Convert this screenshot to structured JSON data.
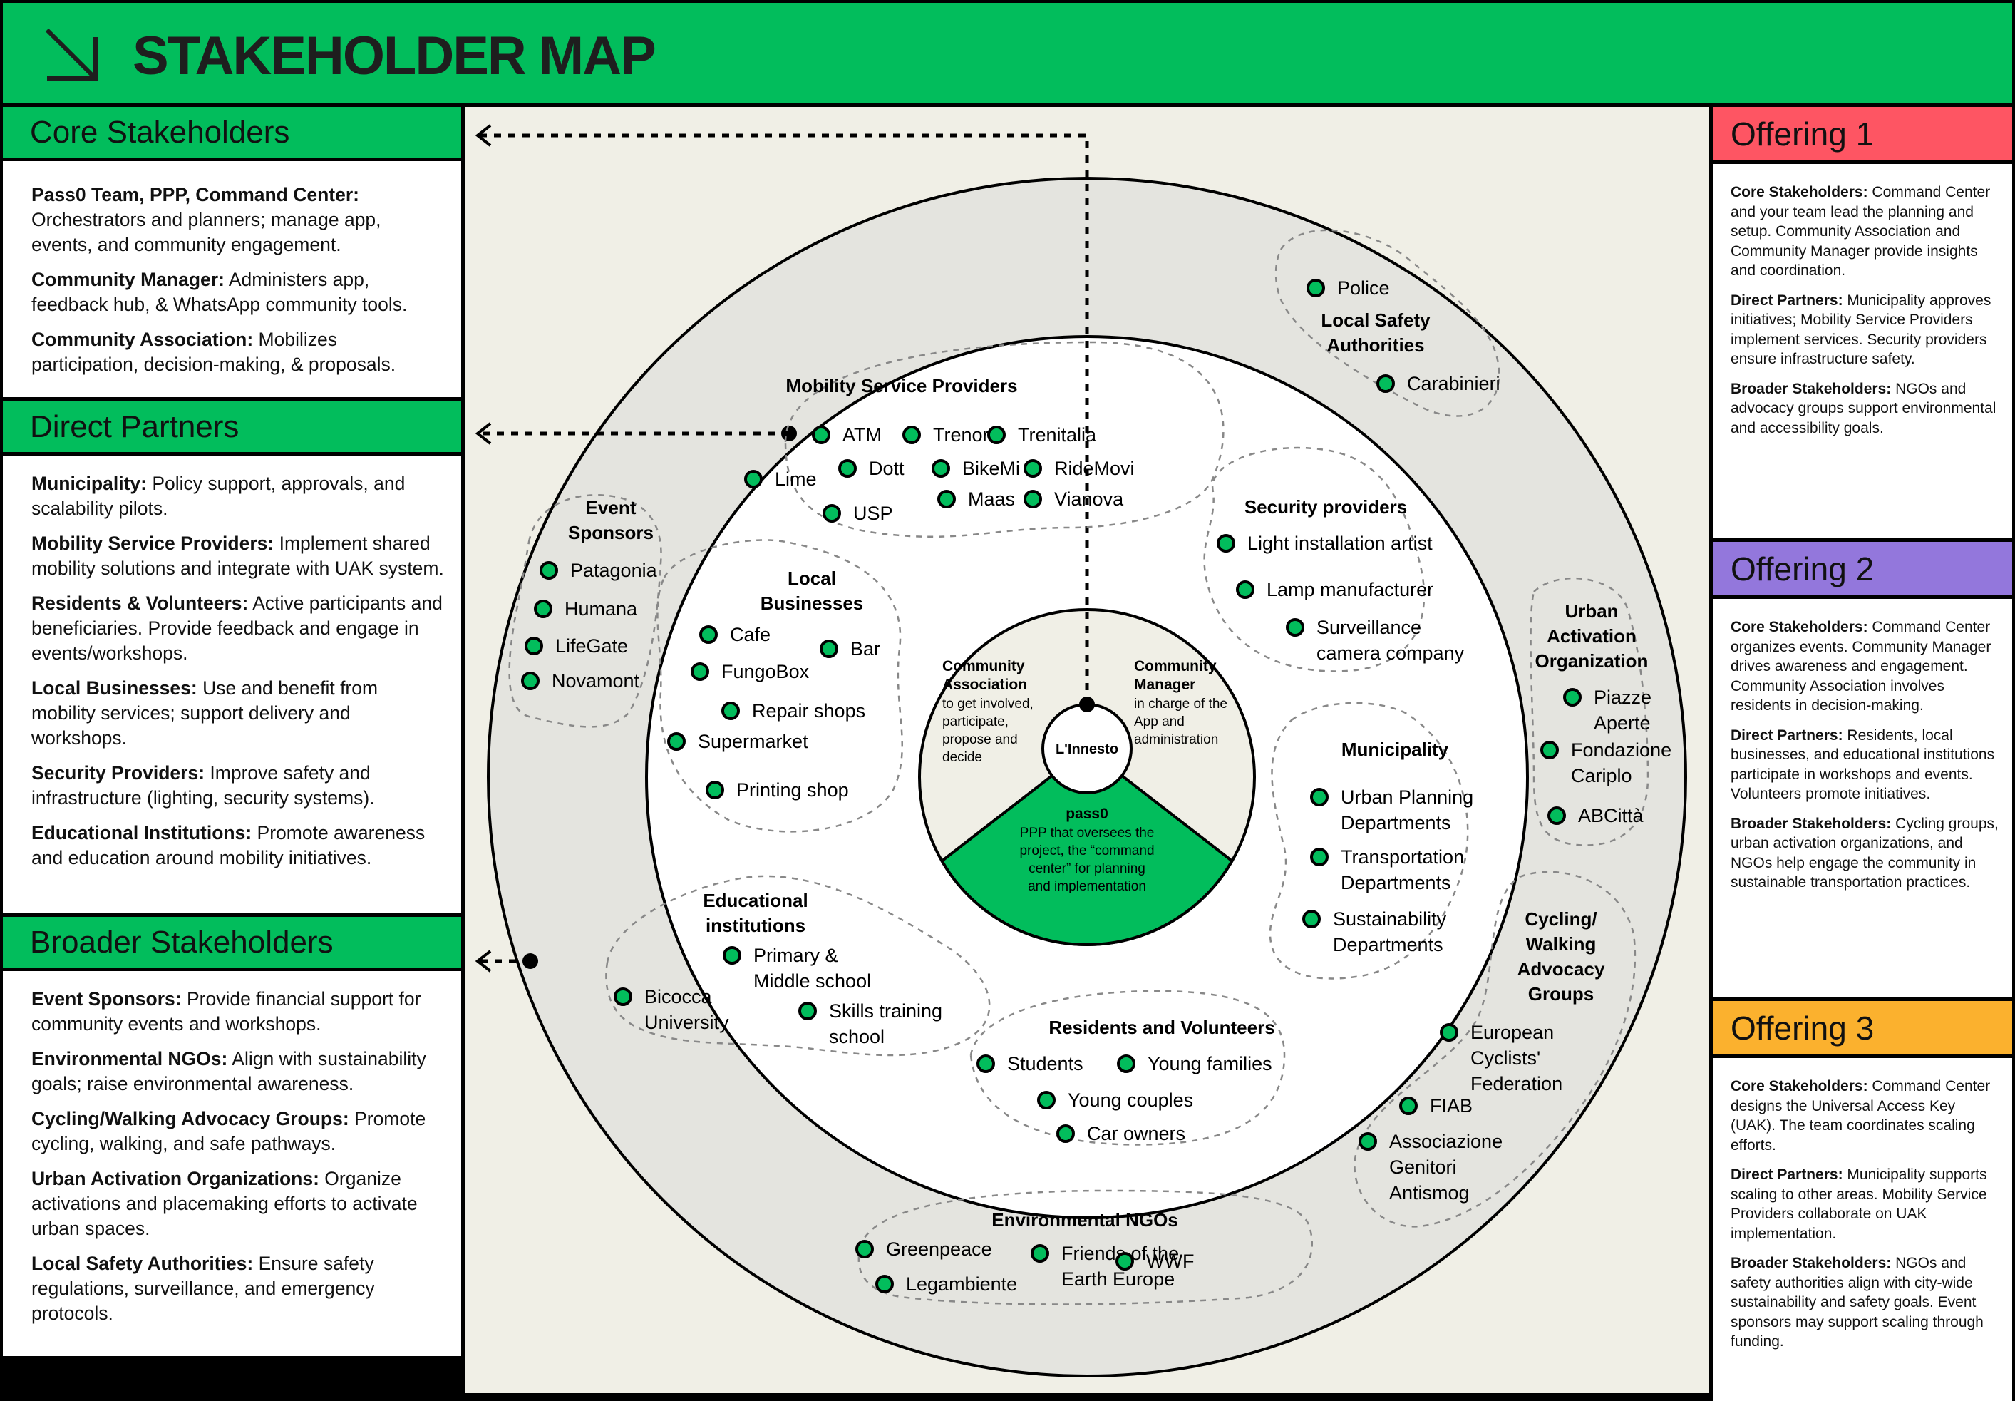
{
  "header": {
    "title": "STAKEHOLDER MAP",
    "icon": "arrow-down-right-icon"
  },
  "left_panel": {
    "core": {
      "title": "Core Stakeholders",
      "items": [
        {
          "label": "Pass0 Team, PPP, Command Center:",
          "text": "Orchestrators and planners; manage app, events, and community engagement."
        },
        {
          "label": "Community Manager:",
          "text": "Administers app, feedback hub, & WhatsApp community tools."
        },
        {
          "label": "Community Association:",
          "text": "Mobilizes participation, decision-making, & proposals."
        }
      ]
    },
    "direct": {
      "title": "Direct Partners",
      "items": [
        {
          "label": "Municipality:",
          "text": "Policy support, approvals, and scalability pilots."
        },
        {
          "label": "Mobility Service Providers:",
          "text": "Implement shared mobility solutions and integrate with UAK system."
        },
        {
          "label": "Residents & Volunteers:",
          "text": "Active participants and beneficiaries. Provide feedback and engage in events/workshops."
        },
        {
          "label": "Local Businesses:",
          "text": "Use and benefit from mobility services; support delivery and workshops."
        },
        {
          "label": "Security Providers:",
          "text": "Improve safety and infrastructure (lighting, security systems)."
        },
        {
          "label": "Educational Institutions:",
          "text": "Promote awareness and education around mobility initiatives."
        }
      ]
    },
    "broader": {
      "title": "Broader Stakeholders",
      "items": [
        {
          "label": "Event Sponsors:",
          "text": "Provide financial support for community events and workshops."
        },
        {
          "label": "Environmental NGOs:",
          "text": "Align with sustainability goals; raise environmental awareness."
        },
        {
          "label": "Cycling/Walking Advocacy Groups:",
          "text": "Promote cycling, walking, and safe pathways."
        },
        {
          "label": "Urban Activation Organizations:",
          "text": "Organize activations and placemaking efforts to activate urban spaces."
        },
        {
          "label": "Local Safety Authorities:",
          "text": "Ensure safety regulations, surveillance, and emergency protocols."
        }
      ]
    }
  },
  "offerings": [
    {
      "title": "Offering 1",
      "color": "#fe5563",
      "items": [
        {
          "label": "Core Stakeholders:",
          "text": "Command Center and your team lead the planning and setup. Community Association and Community Manager provide insights and coordination."
        },
        {
          "label": "Direct Partners:",
          "text": "Municipality approves initiatives; Mobility Service Providers implement services. Security providers ensure infrastructure safety."
        },
        {
          "label": "Broader Stakeholders:",
          "text": "NGOs and advocacy groups support environmental and accessibility goals."
        }
      ]
    },
    {
      "title": "Offering 2",
      "color": "#9377dc",
      "items": [
        {
          "label": "Core Stakeholders:",
          "text": "Command Center organizes events. Community Manager drives awareness and engagement. Community Association involves residents in decision-making."
        },
        {
          "label": "Direct Partners:",
          "text": "Residents, local businesses, and educational institutions participate in workshops and events. Volunteers promote initiatives."
        },
        {
          "label": "Broader Stakeholders:",
          "text": "Cycling groups, urban activation organizations, and NGOs help engage the community in sustainable transportation practices."
        }
      ]
    },
    {
      "title": "Offering 3",
      "color": "#fbb12e",
      "items": [
        {
          "label": "Core Stakeholders:",
          "text": "Command Center designs the Universal Access Key (UAK). The team coordinates scaling efforts."
        },
        {
          "label": "Direct Partners:",
          "text": "Municipality supports scaling to other areas. Mobility Service Providers collaborate on UAK implementation."
        },
        {
          "label": "Broader Stakeholders:",
          "text": "NGOs and safety authorities align with city-wide sustainability and safety goals. Event sponsors may support scaling through funding."
        }
      ]
    }
  ],
  "colors": {
    "brand_green": "#02bd5c",
    "map_bg": "#f0efe6",
    "outer_ring": "#e4e4df",
    "node_fill": "#02bd5c"
  },
  "map": {
    "center": {
      "hub": "L'Innesto",
      "community_association": {
        "title": [
          "Community",
          "Association"
        ],
        "desc": [
          "to get involved,",
          "participate,",
          "propose and",
          "decide"
        ]
      },
      "community_manager": {
        "title": [
          "Community",
          "Manager"
        ],
        "desc": [
          "in charge of the",
          "App and",
          "administration"
        ]
      },
      "pass0": {
        "title": "pass0",
        "desc": [
          "PPP that oversees the",
          "project, the “command",
          "center” for planning",
          "and implementation"
        ]
      }
    },
    "direct_groups": {
      "mobility": {
        "title": [
          "Mobility Service Providers"
        ],
        "items": [
          "ATM",
          "Trenord",
          "Trenitalia",
          "Dott",
          "BikeMi",
          "RideMovi",
          "Lime",
          "Maas",
          "Vianova",
          "USP"
        ]
      },
      "security": {
        "title": [
          "Security providers"
        ],
        "items": [
          "Light installation artist",
          "Lamp manufacturer",
          "Surveillance|camera company"
        ]
      },
      "local_businesses": {
        "title": [
          "Local",
          "Businesses"
        ],
        "items": [
          "Cafe",
          "Bar",
          "FungoBox",
          "Repair shops",
          "Supermarket",
          "Printing shop"
        ]
      },
      "municipality": {
        "title": [
          "Municipality"
        ],
        "items": [
          "Urban Planning|Departments",
          "Transportation|Departments",
          "Sustainability|Departments"
        ]
      },
      "educational": {
        "title": [
          "Educational",
          "institutions"
        ],
        "items": [
          "Primary &|Middle school",
          "Skills training|school",
          "Bicocca|University"
        ]
      },
      "residents": {
        "title": [
          "Residents and Volunteers"
        ],
        "items": [
          "Students",
          "Young families",
          "Young couples",
          "Car owners"
        ]
      }
    },
    "broader_groups": {
      "safety": {
        "title": [
          "Local Safety",
          "Authorities"
        ],
        "items": [
          "Police",
          "Carabinieri"
        ]
      },
      "sponsors": {
        "title": [
          "Event",
          "Sponsors"
        ],
        "items": [
          "Patagonia",
          "Humana",
          "LifeGate",
          "Novamont"
        ]
      },
      "urban": {
        "title": [
          "Urban",
          "Activation",
          "Organization"
        ],
        "items": [
          "Piazze|Aperte",
          "Fondazione|Cariplo",
          "ABCittà"
        ]
      },
      "cycling": {
        "title": [
          "Cycling/",
          "Walking",
          "Advocacy",
          "Groups"
        ],
        "items": [
          "European|Cyclists'|Federation",
          "FIAB",
          "Associazione|Genitori|Antismog"
        ]
      },
      "ngos": {
        "title": [
          "Environmental NGOs"
        ],
        "items": [
          "Greenpeace",
          "Legambiente",
          "Friends of the|Earth Europe",
          "WWF"
        ]
      }
    }
  }
}
